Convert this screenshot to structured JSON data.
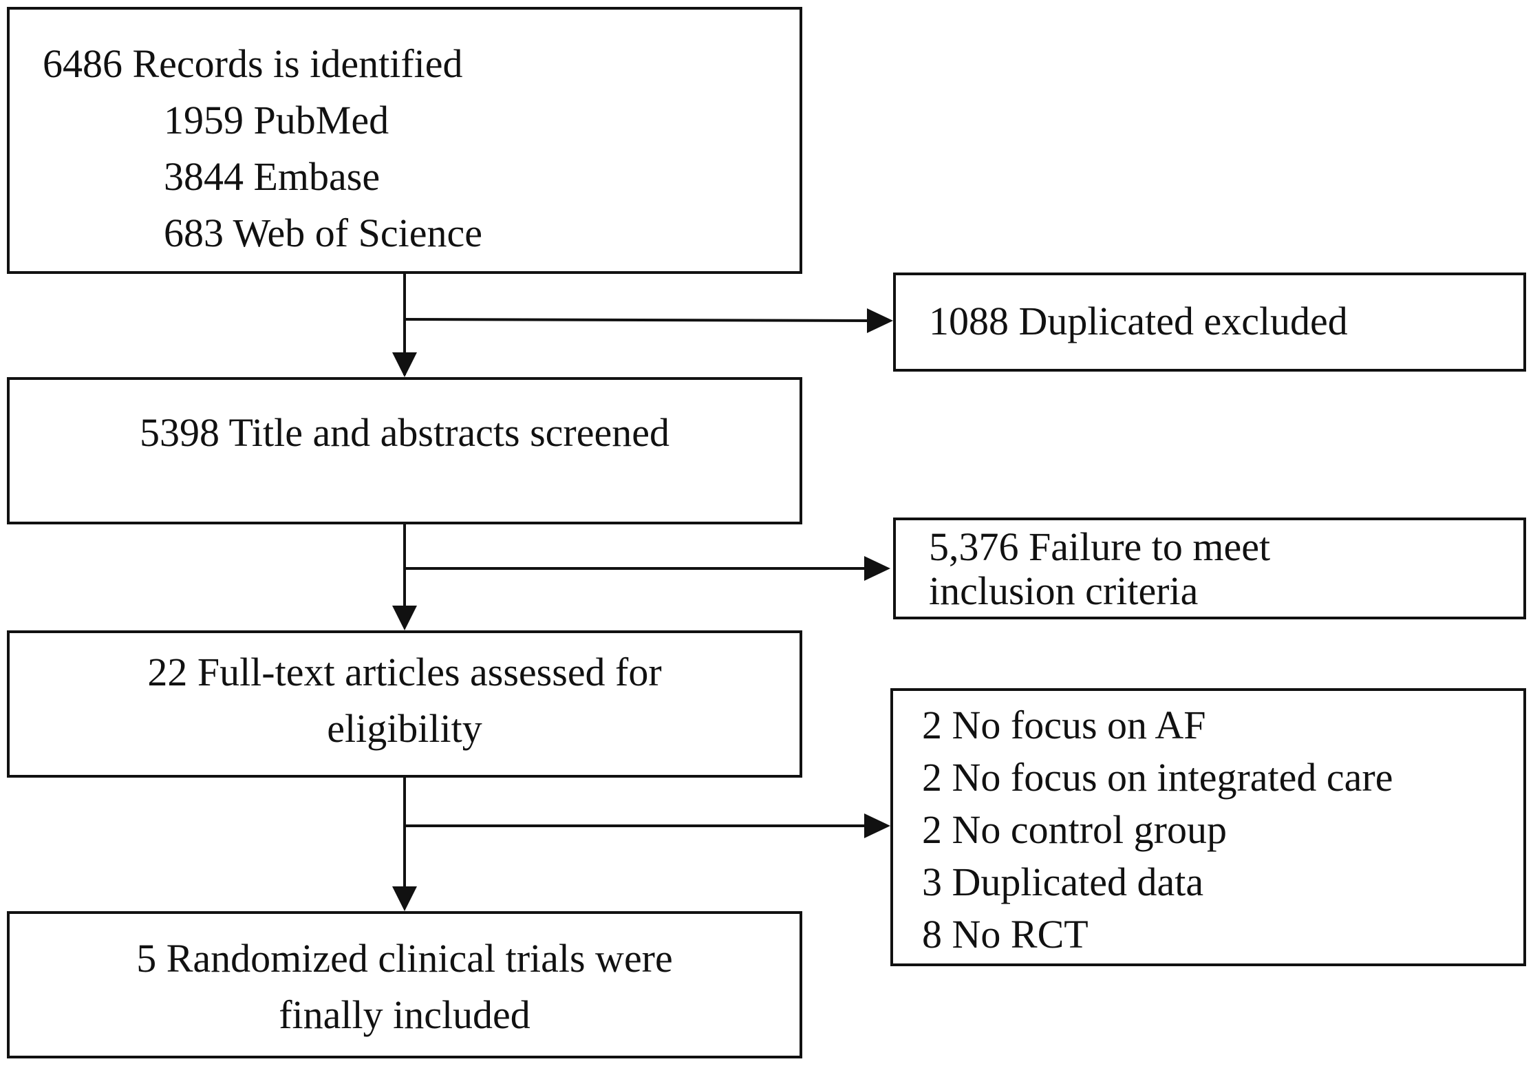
{
  "identification": {
    "total": "6486 Records is identified",
    "sources": [
      "1959 PubMed",
      "3844 Embase",
      "683 Web of Science"
    ]
  },
  "duplicates_excluded": "1088 Duplicated excluded",
  "screened": "5398 Title and abstracts screened",
  "screen_excluded": [
    "5,376 Failure to meet",
    "inclusion criteria"
  ],
  "full_text": [
    "22 Full-text articles assessed for",
    "eligibility"
  ],
  "full_text_excluded": [
    "2 No focus on AF",
    "2 No focus on integrated care",
    "2 No control group",
    "3 Duplicated data",
    "8 No RCT"
  ],
  "included": [
    "5 Randomized clinical trials were",
    "finally included"
  ]
}
